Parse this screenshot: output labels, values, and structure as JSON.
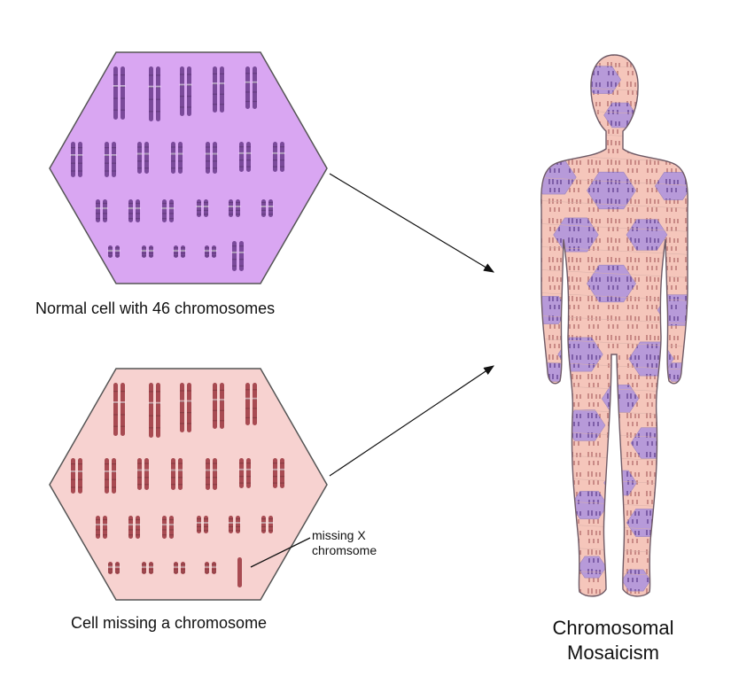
{
  "diagram": {
    "normal_cell_label": "Normal cell with 46 chromosomes",
    "missing_cell_label": "Cell missing a chromosome",
    "callout_line1": "missing X",
    "callout_line2": "chromsome",
    "title_line1": "Chromosomal",
    "title_line2": "Mosaicism"
  },
  "colors": {
    "normal_fill": "#d9a6f2",
    "normal_chromosome": "#7a4a9a",
    "missing_fill": "#f7d2d0",
    "missing_chromosome": "#a84b52",
    "body_pink": "#f5c6bb",
    "body_purple": "#b79ad9",
    "outline": "#555555"
  }
}
